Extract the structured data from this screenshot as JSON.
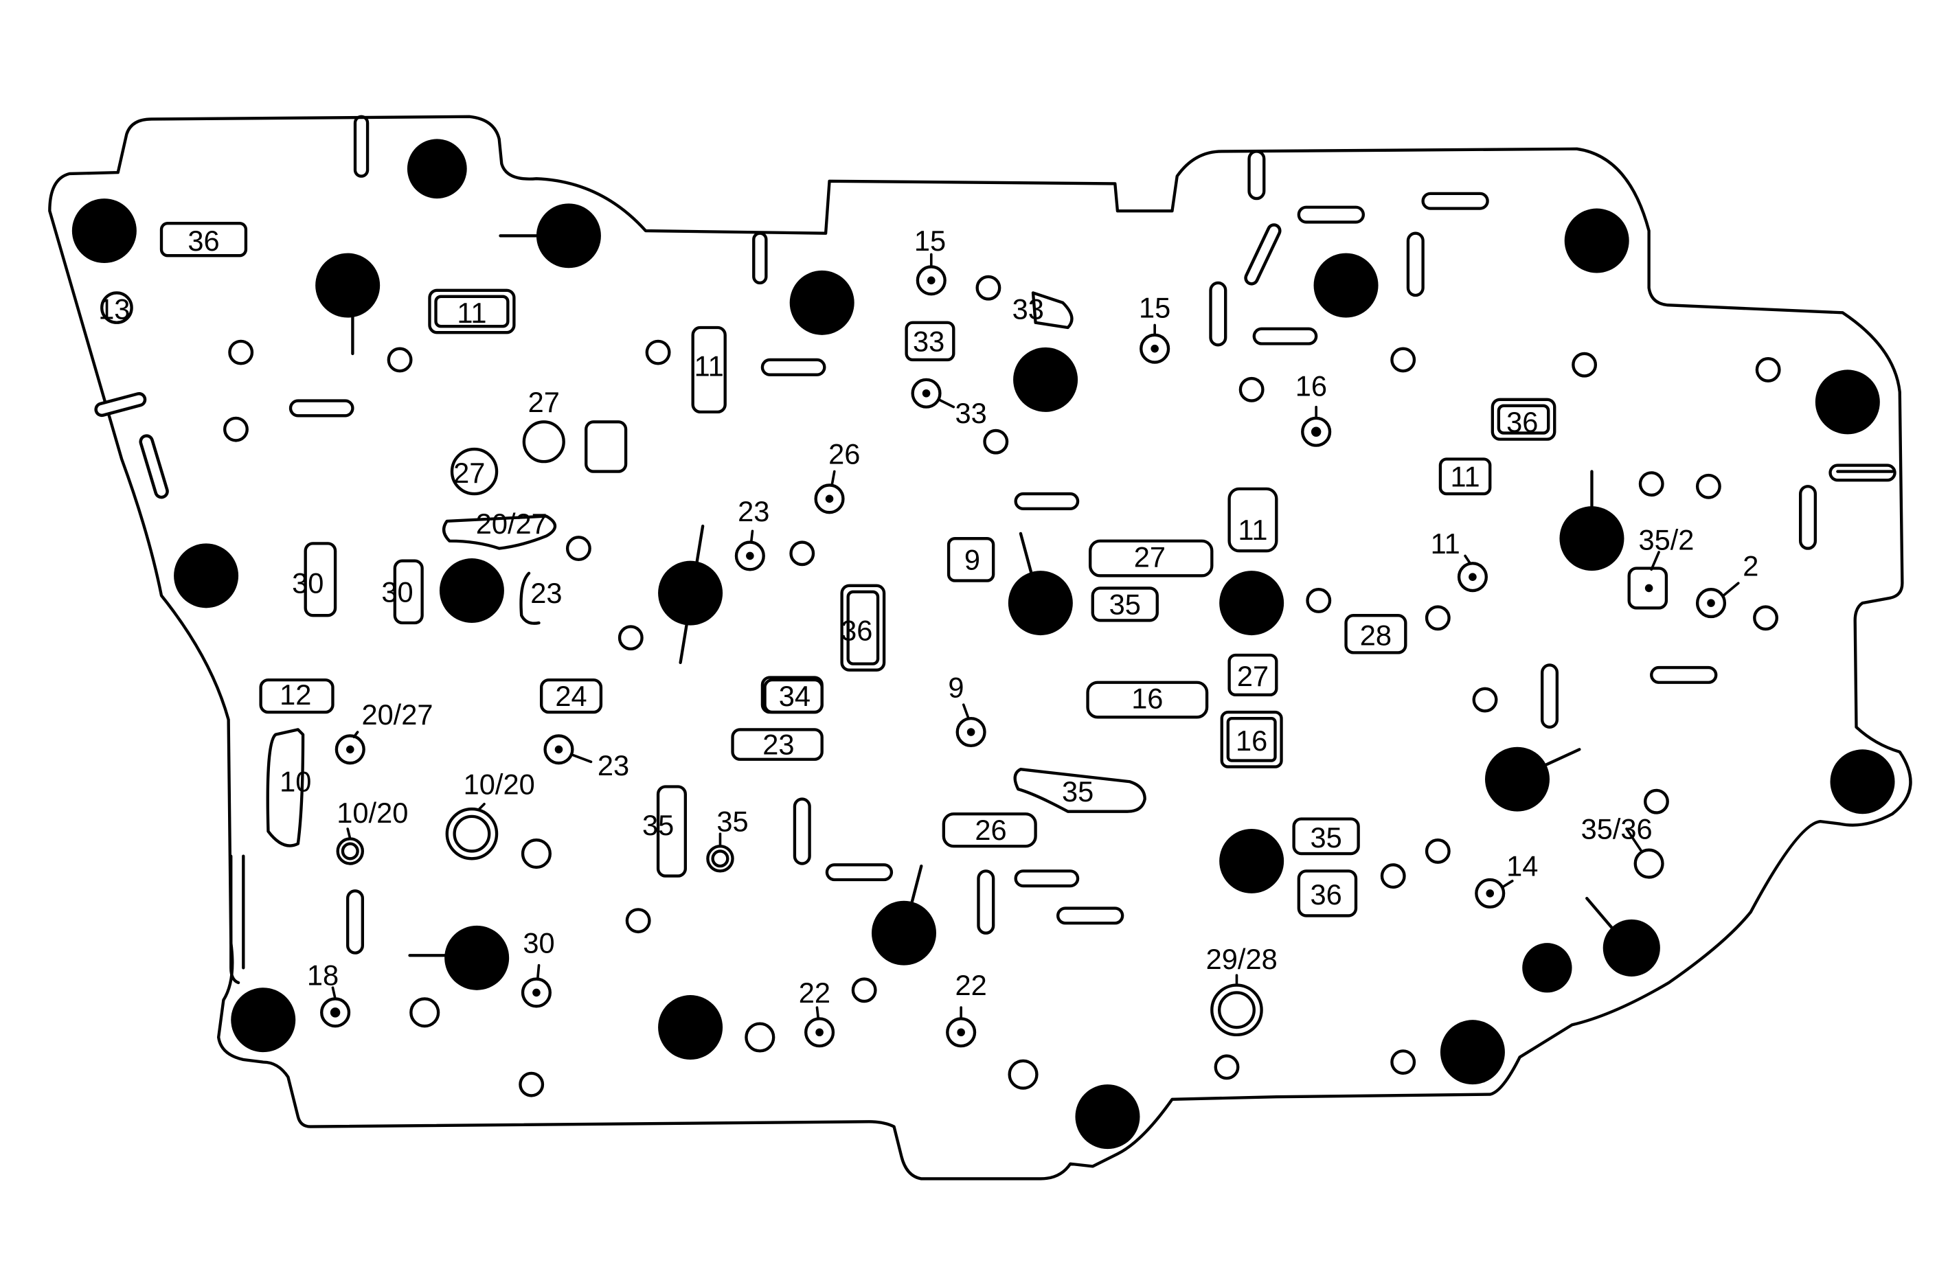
{
  "diagram": {
    "labels": {
      "36_top_left": "36",
      "13": "13",
      "11_box_left": "11",
      "11_vertical_slot": "11",
      "27_upper": "27",
      "27_circle": "27",
      "20_27_upper": "20/27",
      "30_left": "30",
      "30_right": "30",
      "23_slot_left": "23",
      "12": "12",
      "20_27_lower": "20/27",
      "24": "24",
      "23_port_lower": "23",
      "10": "10",
      "10_20_large": "10/20",
      "10_20_small": "10/20",
      "35_slot": "35",
      "35_port": "35",
      "30_port": "30",
      "18": "18",
      "15_left": "15",
      "33_label": "33",
      "33_box": "33",
      "33_port": "33",
      "26_port": "26",
      "23_port_mid": "23",
      "34": "34",
      "23_box": "23",
      "36_vertical": "36",
      "9_box": "9",
      "9_port": "9",
      "27_long_box": "27",
      "35_small_box": "35",
      "16_long_box": "16",
      "35_long_box": "35",
      "26_box": "26",
      "22_left": "22",
      "22_right": "22",
      "15_right": "15",
      "16_port": "16",
      "11_box_center": "11",
      "27_box_right": "27",
      "16_box_right": "16",
      "35_box_right": "35",
      "36_box_right": "36",
      "29_28": "29/28",
      "36_box_far_right": "36",
      "11_box_far_right": "11",
      "11_port": "11",
      "28_box": "28",
      "35_2": "35/2",
      "2": "2",
      "35_36": "35/36",
      "14": "14"
    }
  }
}
